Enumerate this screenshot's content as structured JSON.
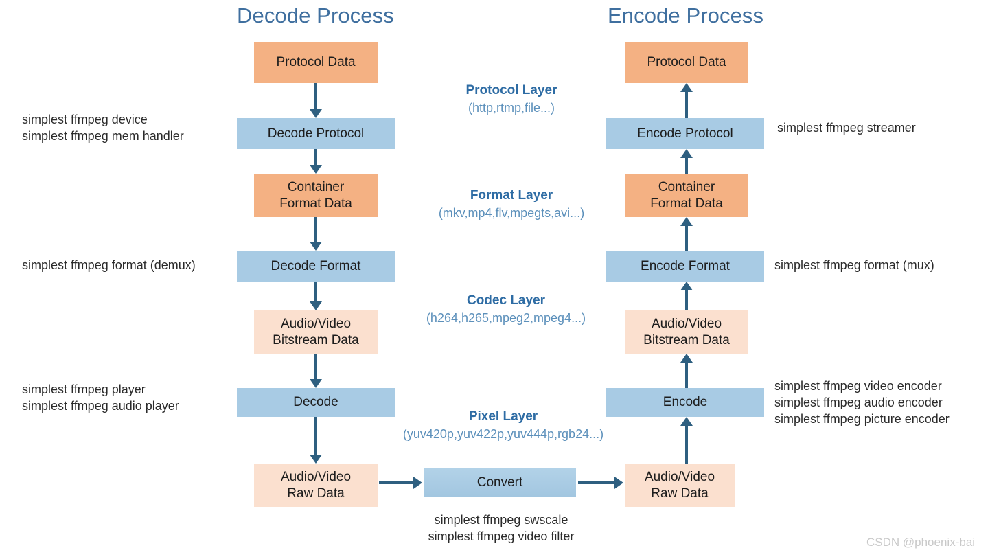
{
  "titles": {
    "decode": "Decode Process",
    "encode": "Encode Process"
  },
  "decode_boxes": [
    {
      "label": "Protocol Data",
      "style": "orange-strong"
    },
    {
      "label": "Decode Protocol",
      "style": "blue"
    },
    {
      "label": "Container\nFormat Data",
      "style": "orange-strong"
    },
    {
      "label": "Decode Format",
      "style": "blue"
    },
    {
      "label": "Audio/Video\nBitstream Data",
      "style": "orange-light"
    },
    {
      "label": "Decode",
      "style": "blue"
    },
    {
      "label": "Audio/Video\nRaw Data",
      "style": "orange-light"
    }
  ],
  "encode_boxes": [
    {
      "label": "Protocol Data",
      "style": "orange-strong"
    },
    {
      "label": "Encode Protocol",
      "style": "blue"
    },
    {
      "label": "Container\nFormat Data",
      "style": "orange-strong"
    },
    {
      "label": "Encode Format",
      "style": "blue"
    },
    {
      "label": "Audio/Video\nBitstream Data",
      "style": "orange-light"
    },
    {
      "label": "Encode",
      "style": "blue"
    },
    {
      "label": "Audio/Video\nRaw Data",
      "style": "orange-light"
    }
  ],
  "convert_box": {
    "label": "Convert",
    "style": "blue-grad"
  },
  "layers": [
    {
      "name": "Protocol Layer",
      "examples": "(http,rtmp,file...)"
    },
    {
      "name": "Format Layer",
      "examples": "(mkv,mp4,flv,mpegts,avi...)"
    },
    {
      "name": "Codec Layer",
      "examples": "(h264,h265,mpeg2,mpeg4...)"
    },
    {
      "name": "Pixel Layer",
      "examples": "(yuv420p,yuv422p,yuv444p,rgb24...)"
    }
  ],
  "left_notes": [
    {
      "lines": [
        "simplest ffmpeg device",
        "simplest ffmpeg mem handler"
      ]
    },
    {
      "lines": [
        "simplest ffmpeg format (demux)"
      ]
    },
    {
      "lines": [
        "simplest ffmpeg player",
        "simplest ffmpeg audio player"
      ]
    }
  ],
  "right_notes": [
    {
      "lines": [
        "simplest ffmpeg streamer"
      ]
    },
    {
      "lines": [
        "simplest ffmpeg format (mux)"
      ]
    },
    {
      "lines": [
        "simplest ffmpeg video encoder",
        "simplest ffmpeg audio encoder",
        "simplest ffmpeg picture encoder"
      ]
    }
  ],
  "convert_note": {
    "lines": [
      "simplest ffmpeg swscale",
      "simplest ffmpeg video filter"
    ]
  },
  "watermark": "CSDN @phoenix-bai",
  "colors": {
    "title_blue": "#3f6f9f",
    "layer_name_blue": "#2e6ca4",
    "layer_example_blue": "#5c90bb",
    "box_orange_strong": "#f4b183",
    "box_orange_light": "#fbe0cf",
    "box_blue": "#a8cbe4",
    "arrow": "#2e5f80",
    "watermark_gray": "#c9c9c9"
  }
}
